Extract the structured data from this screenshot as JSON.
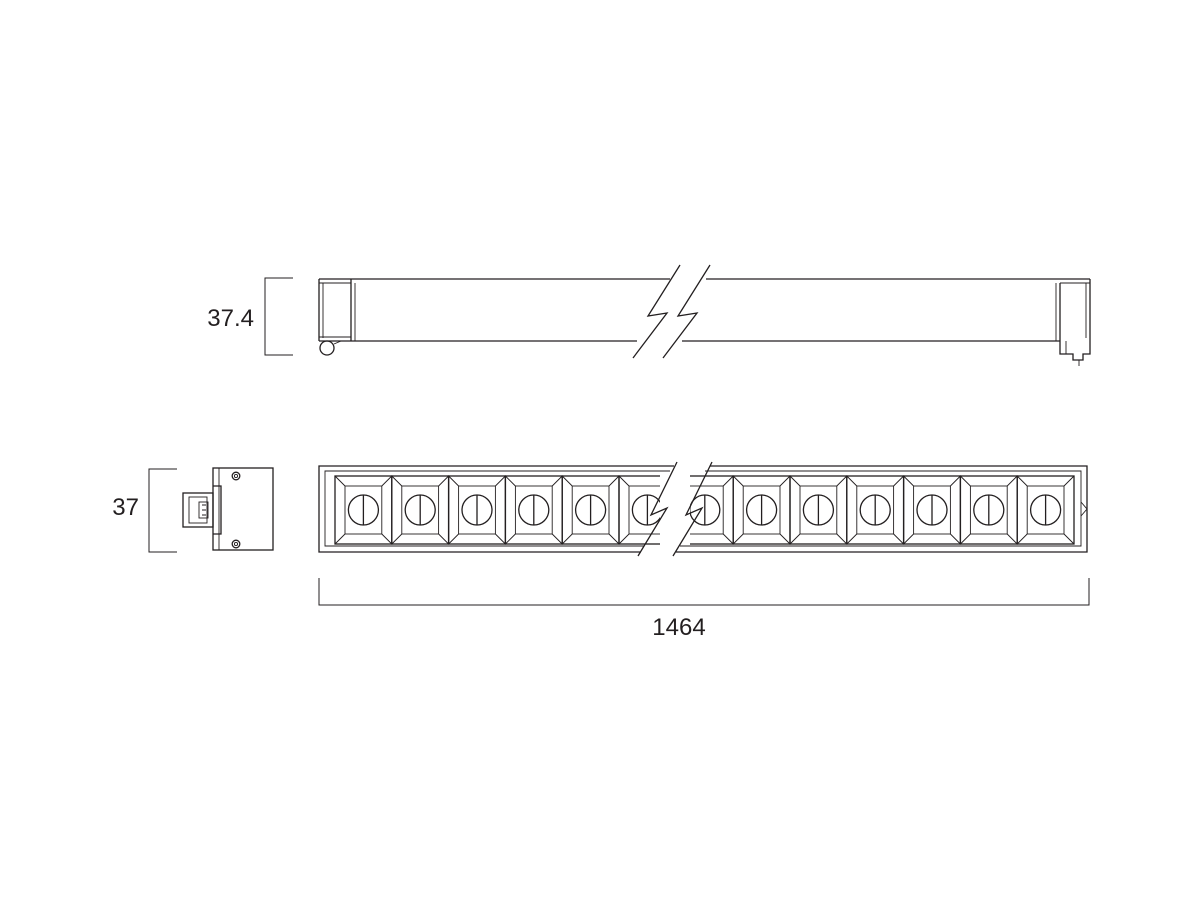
{
  "dimensions": {
    "side_height": "37.4",
    "end_width": "37",
    "overall_length": "1464"
  },
  "lens_cells": {
    "left_count": 6,
    "right_count": 6
  },
  "colors": {
    "line": "#231f20",
    "background": "#ffffff"
  }
}
